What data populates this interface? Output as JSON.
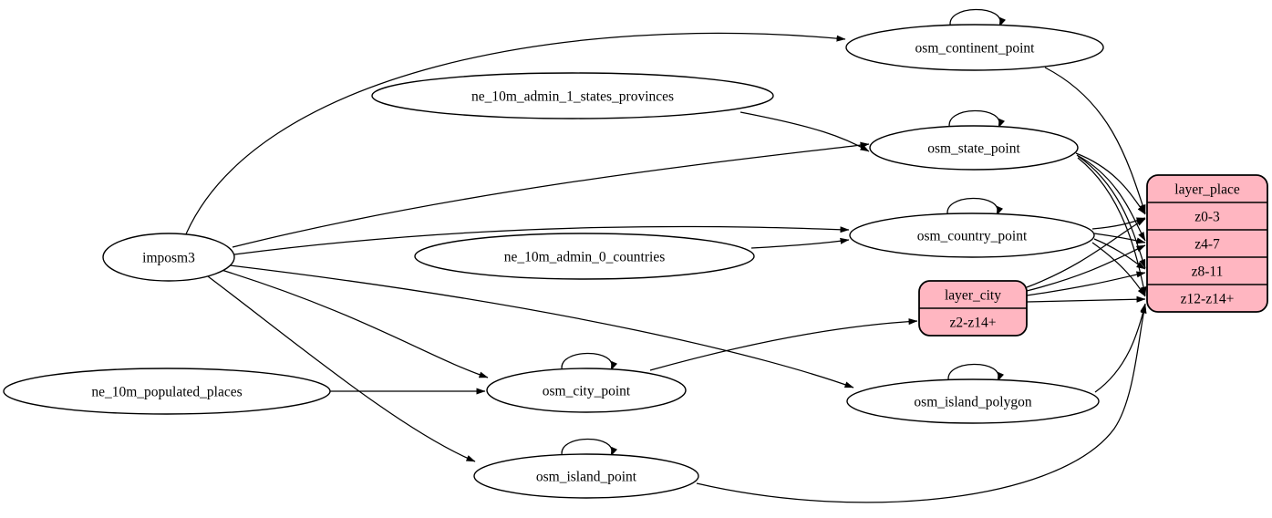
{
  "diagram": {
    "type": "etl-graph",
    "background_color": "#ffffff",
    "colors": {
      "table_node_fill": "#ffffff",
      "layer_node_fill": "#ffb6c1",
      "stroke": "#000000",
      "edge": "#000000"
    },
    "nodes": [
      {
        "id": "imposm3",
        "label": "imposm3",
        "shape": "ellipse"
      },
      {
        "id": "ne_10m_admin_1_states_provinces",
        "label": "ne_10m_admin_1_states_provinces",
        "shape": "ellipse"
      },
      {
        "id": "ne_10m_admin_0_countries",
        "label": "ne_10m_admin_0_countries",
        "shape": "ellipse"
      },
      {
        "id": "ne_10m_populated_places",
        "label": "ne_10m_populated_places",
        "shape": "ellipse"
      },
      {
        "id": "osm_continent_point",
        "label": "osm_continent_point",
        "shape": "ellipse"
      },
      {
        "id": "osm_state_point",
        "label": "osm_state_point",
        "shape": "ellipse"
      },
      {
        "id": "osm_country_point",
        "label": "osm_country_point",
        "shape": "ellipse"
      },
      {
        "id": "osm_city_point",
        "label": "osm_city_point",
        "shape": "ellipse"
      },
      {
        "id": "osm_island_polygon",
        "label": "osm_island_polygon",
        "shape": "ellipse"
      },
      {
        "id": "osm_island_point",
        "label": "osm_island_point",
        "shape": "ellipse"
      },
      {
        "id": "layer_city",
        "label": "layer_city",
        "shape": "record",
        "rows": [
          "layer_city",
          "z2-z14+"
        ]
      },
      {
        "id": "layer_place",
        "label": "layer_place",
        "shape": "record",
        "rows": [
          "layer_place",
          "z0-3",
          "z4-7",
          "z8-11",
          "z12-z14+"
        ]
      }
    ],
    "edges": [
      {
        "from": "imposm3",
        "to": "osm_continent_point"
      },
      {
        "from": "imposm3",
        "to": "osm_state_point"
      },
      {
        "from": "imposm3",
        "to": "osm_country_point"
      },
      {
        "from": "imposm3",
        "to": "osm_city_point"
      },
      {
        "from": "imposm3",
        "to": "osm_island_polygon"
      },
      {
        "from": "imposm3",
        "to": "osm_island_point"
      },
      {
        "from": "ne_10m_admin_1_states_provinces",
        "to": "osm_state_point"
      },
      {
        "from": "ne_10m_admin_0_countries",
        "to": "osm_country_point"
      },
      {
        "from": "ne_10m_populated_places",
        "to": "osm_city_point"
      },
      {
        "from": "osm_continent_point",
        "to": "osm_continent_point",
        "self": true
      },
      {
        "from": "osm_state_point",
        "to": "osm_state_point",
        "self": true
      },
      {
        "from": "osm_country_point",
        "to": "osm_country_point",
        "self": true
      },
      {
        "from": "osm_city_point",
        "to": "osm_city_point",
        "self": true
      },
      {
        "from": "osm_island_polygon",
        "to": "osm_island_polygon",
        "self": true
      },
      {
        "from": "osm_island_point",
        "to": "osm_island_point",
        "self": true
      },
      {
        "from": "osm_city_point",
        "to": "layer_city",
        "to_row": "z2-z14+"
      },
      {
        "from": "osm_continent_point",
        "to": "layer_place",
        "to_row": "z0-3"
      },
      {
        "from": "osm_state_point",
        "to": "layer_place",
        "to_row": "z0-3"
      },
      {
        "from": "osm_state_point",
        "to": "layer_place",
        "to_row": "z4-7"
      },
      {
        "from": "osm_state_point",
        "to": "layer_place",
        "to_row": "z8-11"
      },
      {
        "from": "osm_state_point",
        "to": "layer_place",
        "to_row": "z12-z14+"
      },
      {
        "from": "osm_country_point",
        "to": "layer_place",
        "to_row": "z0-3"
      },
      {
        "from": "osm_country_point",
        "to": "layer_place",
        "to_row": "z4-7"
      },
      {
        "from": "osm_country_point",
        "to": "layer_place",
        "to_row": "z8-11"
      },
      {
        "from": "osm_country_point",
        "to": "layer_place",
        "to_row": "z12-z14+"
      },
      {
        "from": "layer_city",
        "to": "layer_place",
        "to_row": "z0-3"
      },
      {
        "from": "layer_city",
        "to": "layer_place",
        "to_row": "z4-7"
      },
      {
        "from": "layer_city",
        "to": "layer_place",
        "to_row": "z8-11"
      },
      {
        "from": "layer_city",
        "to": "layer_place",
        "to_row": "z12-z14+"
      },
      {
        "from": "osm_island_polygon",
        "to": "layer_place",
        "to_row": "z12-z14+"
      },
      {
        "from": "osm_island_point",
        "to": "layer_place",
        "to_row": "z12-z14+"
      }
    ]
  }
}
